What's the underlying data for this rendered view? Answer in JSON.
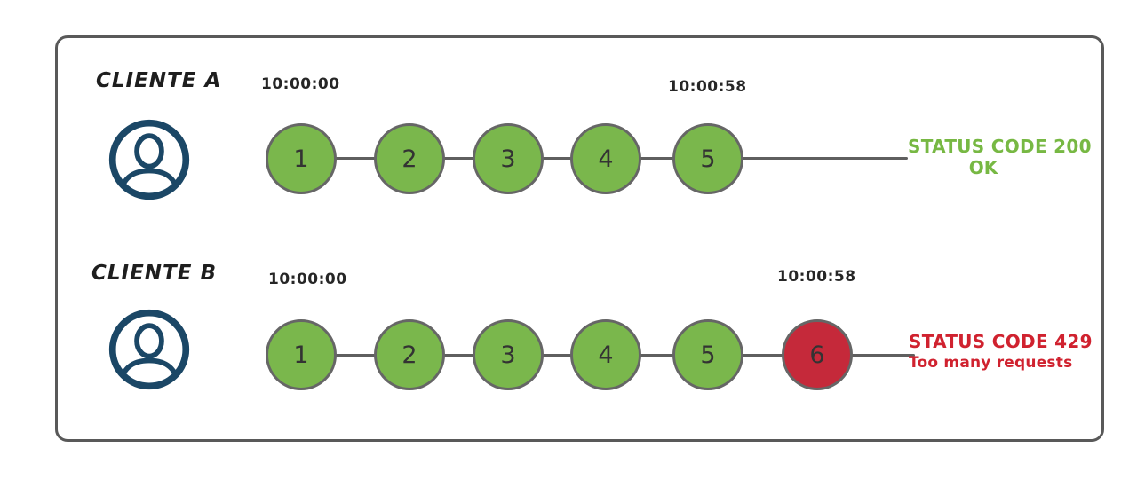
{
  "frame": {
    "background": "#ffffff",
    "border_color": "#595959"
  },
  "rows": [
    {
      "client": "CLIENTE A",
      "time_start": "10:00:00",
      "time_end": "10:00:58",
      "requests": [
        {
          "label": "1",
          "state": "ok"
        },
        {
          "label": "2",
          "state": "ok"
        },
        {
          "label": "3",
          "state": "ok"
        },
        {
          "label": "4",
          "state": "ok"
        },
        {
          "label": "5",
          "state": "ok"
        }
      ],
      "status": {
        "line1": "STATUS CODE 200",
        "line2": "OK"
      }
    },
    {
      "client": "CLIENTE B",
      "time_start": "10:00:00",
      "time_end": "10:00:58",
      "requests": [
        {
          "label": "1",
          "state": "ok"
        },
        {
          "label": "2",
          "state": "ok"
        },
        {
          "label": "3",
          "state": "ok"
        },
        {
          "label": "4",
          "state": "ok"
        },
        {
          "label": "5",
          "state": "ok"
        },
        {
          "label": "6",
          "state": "blocked"
        }
      ],
      "status": {
        "line1": "STATUS CODE 429",
        "line2": "Too many requests"
      }
    }
  ],
  "colors": {
    "request_ok": "#7ab74c",
    "request_blocked": "#c5293a",
    "circle_border": "#666666",
    "timeline_line": "#5f5f5f",
    "status_ok_text": "#77b843",
    "status_error_text": "#d0222f",
    "avatar": "#1b4766",
    "label_text": "#1e1e1e",
    "timestamp_text": "#262626"
  },
  "icons": {
    "client_a": "user-avatar-icon",
    "client_b": "user-avatar-icon"
  }
}
